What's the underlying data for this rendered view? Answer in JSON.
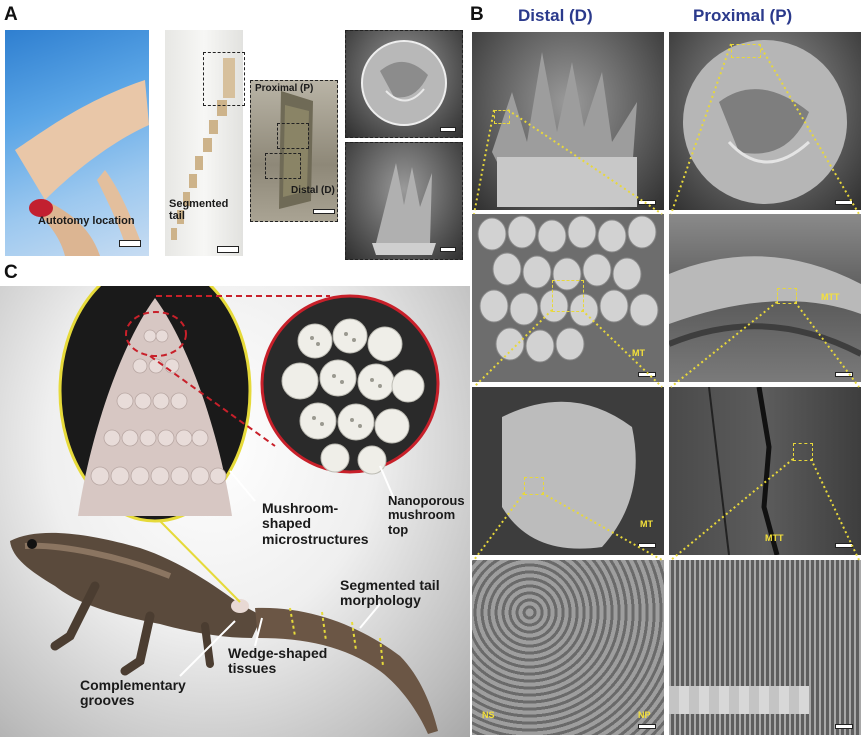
{
  "panels": {
    "a": {
      "letter": "A",
      "autotomy": "Autotomy location",
      "segmented_tail": "Segmented tail",
      "proximal": "Proximal (P)",
      "distal": "Distal (D)"
    },
    "b": {
      "letter": "B",
      "distal_head": "Distal (D)",
      "proximal_head": "Proximal (P)",
      "mt": "MT",
      "mtt": "MTT",
      "ns": "NS",
      "np": "NP"
    },
    "c": {
      "letter": "C",
      "mushroom": "Mushroom-shaped microstructures",
      "nanoporous": "Nanoporous mushroom top",
      "segmented_morph": "Segmented tail morphology",
      "wedge": "Wedge-shaped tissues",
      "grooves": "Complementary grooves"
    }
  },
  "colors": {
    "accent_blue": "#2b3a8c",
    "highlight_yellow": "#e8d83a",
    "zoom_red": "#c8202a",
    "frame_yellow": "#e6da3a"
  }
}
